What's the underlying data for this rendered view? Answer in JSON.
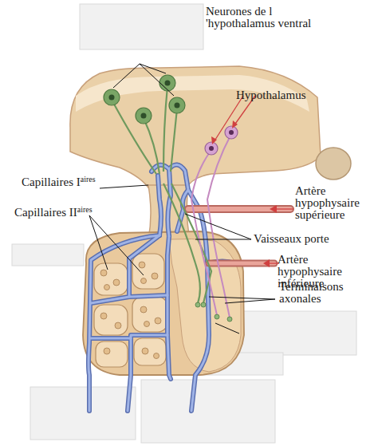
{
  "diagram": {
    "labels": [
      "Neurones de l 'hypothalamus ventral",
      "Hypothalamus",
      "Capillaires Iaires",
      "Capillaires IIaires",
      "Artère hypophysaire supérieure",
      "Vaisseaux porte",
      "Artère hypophysaire inférieure",
      "Terminaisons axonales"
    ]
  }
}
